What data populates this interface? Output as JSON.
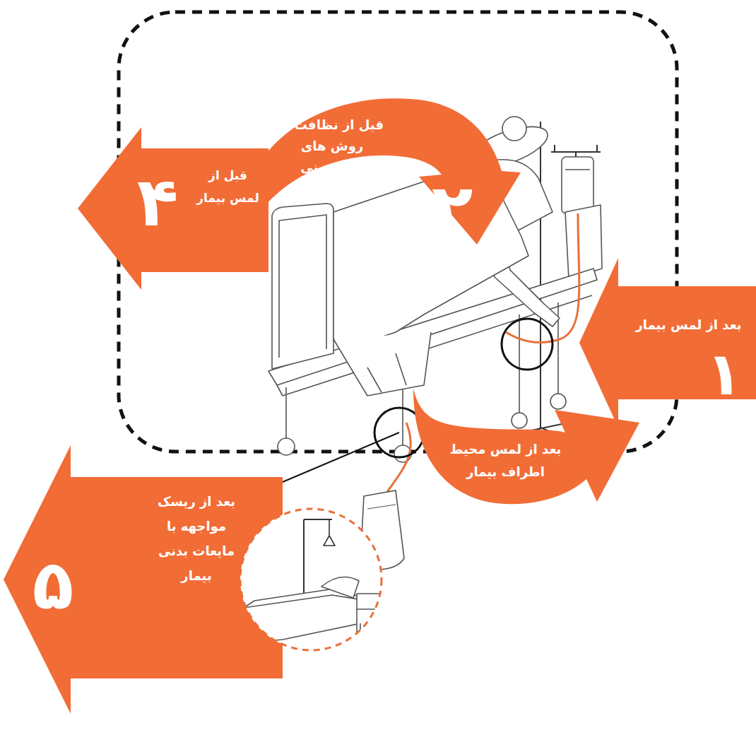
{
  "diagram": {
    "nodes": [
      {
        "text": [
          "قبل از نظافت یا روش های ضدعفونی",
          "۲"
        ]
      },
      {
        "text": [
          "قبل از لمس بیمار",
          "۴"
        ]
      },
      {
        "text": [
          "بعد از لمس بیمار",
          "۱"
        ]
      },
      {
        "text": [
          "بعد از لمس محیط اطراف بیمار"
        ]
      },
      {
        "text": [
          "بعد از ریسک مواجهه با مایعات بدنی بیمار",
          "۵"
        ]
      }
    ]
  }
}
